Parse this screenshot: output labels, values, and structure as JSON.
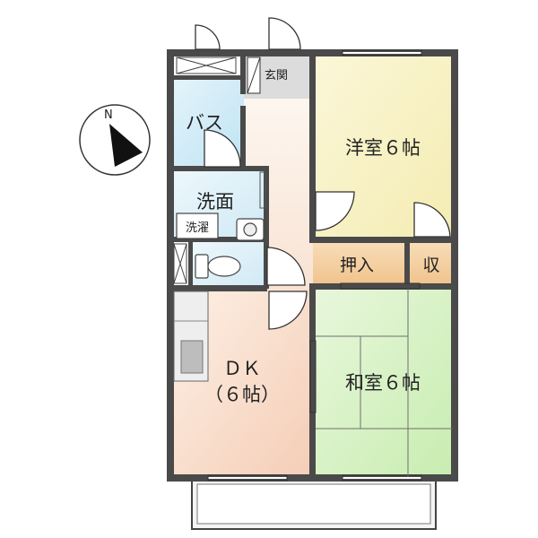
{
  "rooms": {
    "western": "洋室６帖",
    "japanese": "和室６帖",
    "dk_line1": "ＤＫ",
    "dk_line2": "（６帖）",
    "bath": "バス",
    "washroom": "洗面",
    "laundry": "洗濯",
    "entrance": "玄関",
    "oshiire": "押入",
    "storage": "収"
  },
  "compass": {
    "north_label": "N"
  },
  "colors": {
    "wall": "#4a4a4a",
    "western_room": "#f7f2c8",
    "japanese_room": "#d9f2c6",
    "dk": "#f8dcc8",
    "bath": "#cfeaf6",
    "wet_area": "#d7eef7",
    "hall": "#fbeee4",
    "closet": "#f3cf9f",
    "entrance": "#dcdcdc"
  }
}
